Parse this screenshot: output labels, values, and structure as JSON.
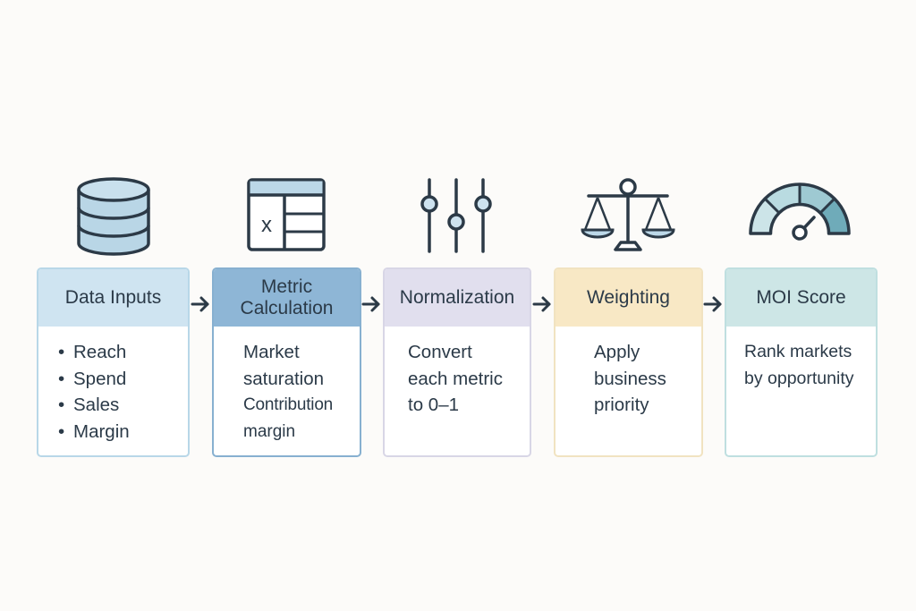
{
  "stages": [
    {
      "title": "Data Inputs",
      "icon": "database-icon",
      "lines": [
        "Reach",
        "Spend",
        "Sales",
        "Margin"
      ],
      "bulleted": true,
      "border_color": "#b8d7e8",
      "header_color": "#cfe4f1"
    },
    {
      "title_lines": [
        "Metric",
        "Calculation"
      ],
      "icon": "spreadsheet-icon",
      "lines": [
        "Market",
        "saturation",
        "Contribution",
        "margin"
      ],
      "bulleted": false,
      "border_color": "#87b0d0",
      "header_color": "#8eb6d6"
    },
    {
      "title": "Normalization",
      "icon": "sliders-icon",
      "lines": [
        "Convert",
        "each metric",
        "to 0–1"
      ],
      "bulleted": false,
      "border_color": "#d8d6e6",
      "header_color": "#e1dfee"
    },
    {
      "title": "Weighting",
      "icon": "balance-scale-icon",
      "lines": [
        "Apply",
        "business",
        "priority"
      ],
      "bulleted": false,
      "border_color": "#f1e3c1",
      "header_color": "#f8e8c5"
    },
    {
      "title": "MOI Score",
      "icon": "gauge-icon",
      "lines": [
        "Rank markets",
        "by opportunity"
      ],
      "bulleted": false,
      "border_color": "#bfdfe0",
      "header_color": "#cde6e6"
    }
  ],
  "colors": {
    "ink": "#2c3a47",
    "icon_blue": "#b9d6e6",
    "gauge_light": "#cce4e8",
    "gauge_mid": "#9ec9d2",
    "gauge_dark": "#6fabb9"
  },
  "arrow_icon": "arrow-right-icon"
}
